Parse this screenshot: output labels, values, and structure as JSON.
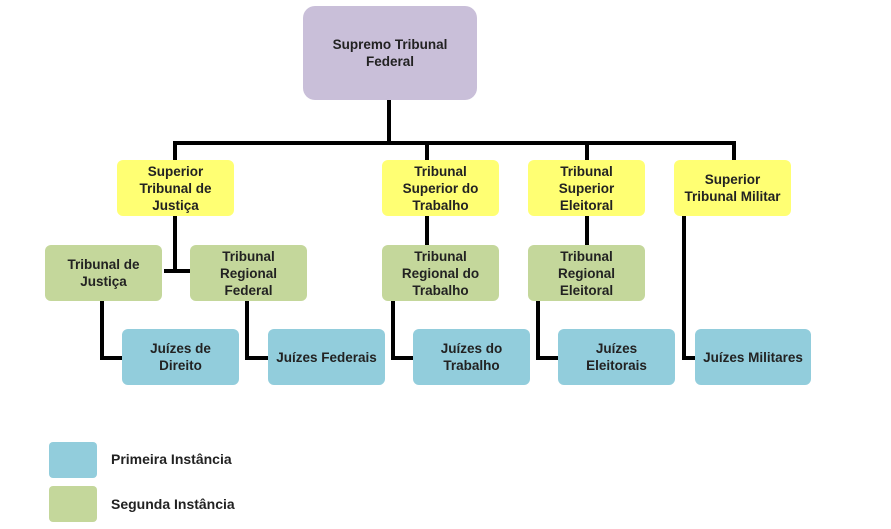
{
  "colors": {
    "supremo": "#c9bfd9",
    "superior": "#ffff73",
    "segunda": "#c4d79b",
    "primeira": "#92cddc"
  },
  "nodes": {
    "stf": "Supremo Tribunal\nFederal",
    "stj": "Superior\nTribunal de\nJustiça",
    "tst": "Tribunal\nSuperior do\nTrabalho",
    "tse": "Tribunal\nSuperior\nEleitoral",
    "stm": "Superior\nTribunal Militar",
    "tj": "Tribunal de\nJustiça",
    "trf": "Tribunal\nRegional Federal",
    "trt": "Tribunal\nRegional do\nTrabalho",
    "tre": "Tribunal\nRegional\nEleitoral",
    "juizes_direito": "Juízes de Direito",
    "juizes_federais": "Juízes Federais",
    "juizes_trabalho": "Juízes do\nTrabalho",
    "juizes_eleitorais": "Juízes Eleitorais",
    "juizes_militares": "Juízes Militares"
  },
  "legend": {
    "primeira": "Primeira Instância",
    "segunda": "Segunda Instância"
  }
}
